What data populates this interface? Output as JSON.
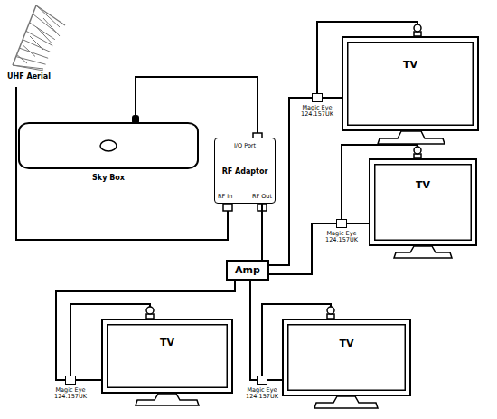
{
  "diagram": {
    "nodes": [
      {
        "text": [
          "Sky Box"
        ]
      },
      {
        "text": [
          "I/O Port",
          "RF Adaptor",
          "RF In",
          "RF Out"
        ]
      },
      {
        "text": [
          "Amp"
        ]
      },
      {
        "text": [
          "TV"
        ]
      },
      {
        "text": [
          "Magic Eye 124.157UK"
        ]
      },
      {
        "text": [
          "TV"
        ]
      },
      {
        "text": [
          "Magic Eye 124.157UK"
        ]
      },
      {
        "text": [
          "TV"
        ]
      },
      {
        "text": [
          "Magic Eye 124.157UK"
        ]
      },
      {
        "text": [
          "TV"
        ]
      },
      {
        "text": [
          "Magic Eye 124.157UK"
        ]
      }
    ],
    "edges": [
      {
        "from": 0,
        "to": 1,
        "arrow": "none"
      },
      {
        "from": 1,
        "to": 2,
        "arrow": "none"
      },
      {
        "from": 2,
        "to": 4,
        "arrow": "none"
      },
      {
        "from": 4,
        "to": 3,
        "arrow": "none"
      },
      {
        "from": 2,
        "to": 6,
        "arrow": "none"
      },
      {
        "from": 6,
        "to": 5,
        "arrow": "none"
      },
      {
        "from": 2,
        "to": 8,
        "arrow": "none"
      },
      {
        "from": 8,
        "to": 7,
        "arrow": "none"
      },
      {
        "from": 2,
        "to": 10,
        "arrow": "none"
      },
      {
        "from": 10,
        "to": 9,
        "arrow": "none"
      }
    ],
    "labels": [
      "UHF Aerial"
    ]
  }
}
